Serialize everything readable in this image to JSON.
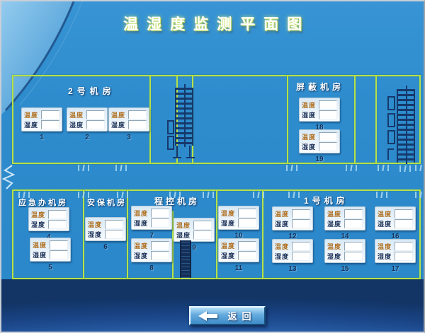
{
  "title": "温湿度监测平面图",
  "labels": {
    "temperature": "温度",
    "humidity": "湿度"
  },
  "back_button": {
    "label": "返回",
    "icon": "left-arrow"
  },
  "rooms": [
    {
      "name": "2号机房",
      "sensors": [
        {
          "id": "1",
          "temperature": "",
          "humidity": ""
        },
        {
          "id": "2",
          "temperature": "",
          "humidity": ""
        },
        {
          "id": "3",
          "temperature": "",
          "humidity": ""
        }
      ]
    },
    {
      "name": "屏蔽机房",
      "sensors": [
        {
          "id": "18",
          "temperature": "",
          "humidity": ""
        },
        {
          "id": "19",
          "temperature": "",
          "humidity": ""
        }
      ]
    },
    {
      "name": "应急办机房",
      "sensors": [
        {
          "id": "4",
          "temperature": "",
          "humidity": ""
        },
        {
          "id": "5",
          "temperature": "",
          "humidity": ""
        }
      ]
    },
    {
      "name": "安保机房",
      "sensors": [
        {
          "id": "6",
          "temperature": "",
          "humidity": ""
        }
      ]
    },
    {
      "name": "程控机房",
      "sensors": [
        {
          "id": "7",
          "temperature": "",
          "humidity": ""
        },
        {
          "id": "8",
          "temperature": "",
          "humidity": ""
        },
        {
          "id": "9",
          "temperature": "",
          "humidity": ""
        }
      ]
    },
    {
      "name": "",
      "sensors": [
        {
          "id": "10",
          "temperature": "",
          "humidity": ""
        },
        {
          "id": "11",
          "temperature": "",
          "humidity": ""
        }
      ]
    },
    {
      "name": "1号机房",
      "sensors": [
        {
          "id": "12",
          "temperature": "",
          "humidity": ""
        },
        {
          "id": "13",
          "temperature": "",
          "humidity": ""
        },
        {
          "id": "14",
          "temperature": "",
          "humidity": ""
        },
        {
          "id": "15",
          "temperature": "",
          "humidity": ""
        },
        {
          "id": "16",
          "temperature": "",
          "humidity": ""
        },
        {
          "id": "17",
          "temperature": "",
          "humidity": ""
        }
      ]
    }
  ],
  "colors": {
    "background": "#2e8ccd",
    "wall": "#b6e24a",
    "panel": "#e9f2fa",
    "temperature_label": "#b06f1e",
    "humidity_label": "#1c2f55",
    "bottom_band": "#1b4e9b",
    "button": "#64aade",
    "title_glow": "#cde86a",
    "stairs": "#16396c"
  }
}
